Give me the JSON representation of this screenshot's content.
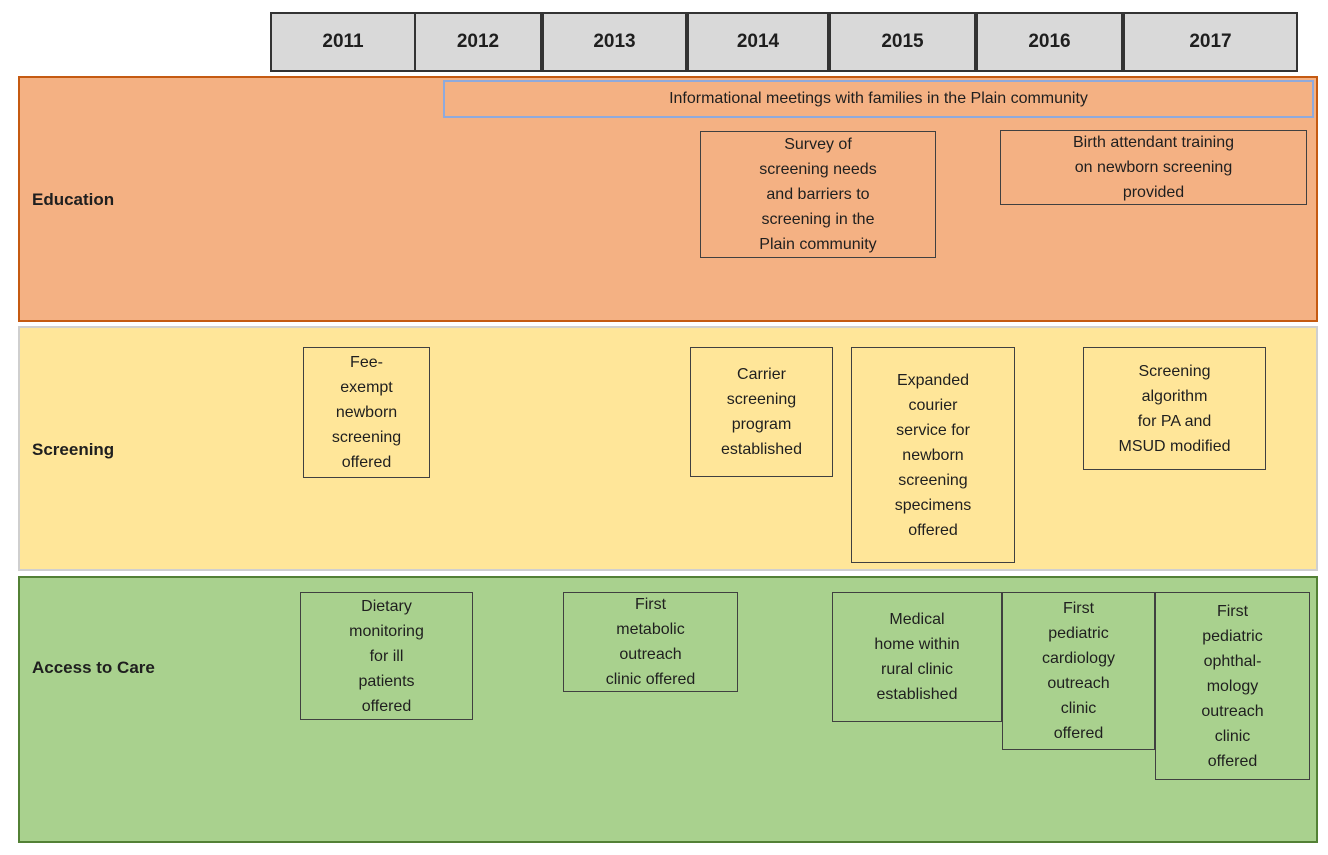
{
  "figure": {
    "type": "timeline",
    "years": [
      "2011",
      "2012",
      "2013",
      "2014",
      "2015",
      "2016",
      "2017"
    ],
    "rows": [
      {
        "label": "Education",
        "events": [
          {
            "name": "informational-meetings",
            "text": "Informational meetings with families in the Plain community"
          },
          {
            "name": "survey-screening-needs",
            "text": "Survey of\nscreening needs\nand barriers to\nscreening in the\nPlain community"
          },
          {
            "name": "birth-attendant-training",
            "text": "Birth attendant training\non newborn screening\nprovided"
          }
        ]
      },
      {
        "label": "Screening",
        "events": [
          {
            "name": "fee-exempt-newborn-screening",
            "text": "Fee-\nexempt\nnewborn\nscreening\noffered"
          },
          {
            "name": "carrier-screening-program",
            "text": "Carrier\nscreening\nprogram\nestablished"
          },
          {
            "name": "expanded-courier-service",
            "text": "Expanded\ncourier\nservice for\nnewborn\nscreening\nspecimens\noffered"
          },
          {
            "name": "screening-algorithm-modified",
            "text": "Screening\nalgorithm\nfor PA and\nMSUD modified"
          }
        ]
      },
      {
        "label": "Access to Care",
        "events": [
          {
            "name": "dietary-monitoring",
            "text": "Dietary\nmonitoring\nfor ill\npatients\noffered"
          },
          {
            "name": "first-metabolic-outreach-clinic",
            "text": "First\nmetabolic\noutreach\nclinic offered"
          },
          {
            "name": "medical-home-rural-clinic",
            "text": "Medical\nhome within\nrural clinic\nestablished"
          },
          {
            "name": "first-pediatric-cardiology-clinic",
            "text": "First\npediatric\ncardiology\noutreach\nclinic\noffered"
          },
          {
            "name": "first-pediatric-ophthalmology-clinic",
            "text": "First\npediatric\nophthal-\nmology\noutreach\nclinic\noffered"
          }
        ]
      }
    ]
  },
  "colors": {
    "header_fill": "#d9d9d9",
    "header_border": "#333333",
    "orange_fill": "#f4b183",
    "orange_border": "#c55a11",
    "yellow_fill": "#ffe699",
    "yellow_border": "#cfcfcf",
    "green_fill": "#a9d18e",
    "green_border": "#538135",
    "box_border": "#404040",
    "info_border": "#8faadc",
    "text": "#1f1f1f"
  }
}
